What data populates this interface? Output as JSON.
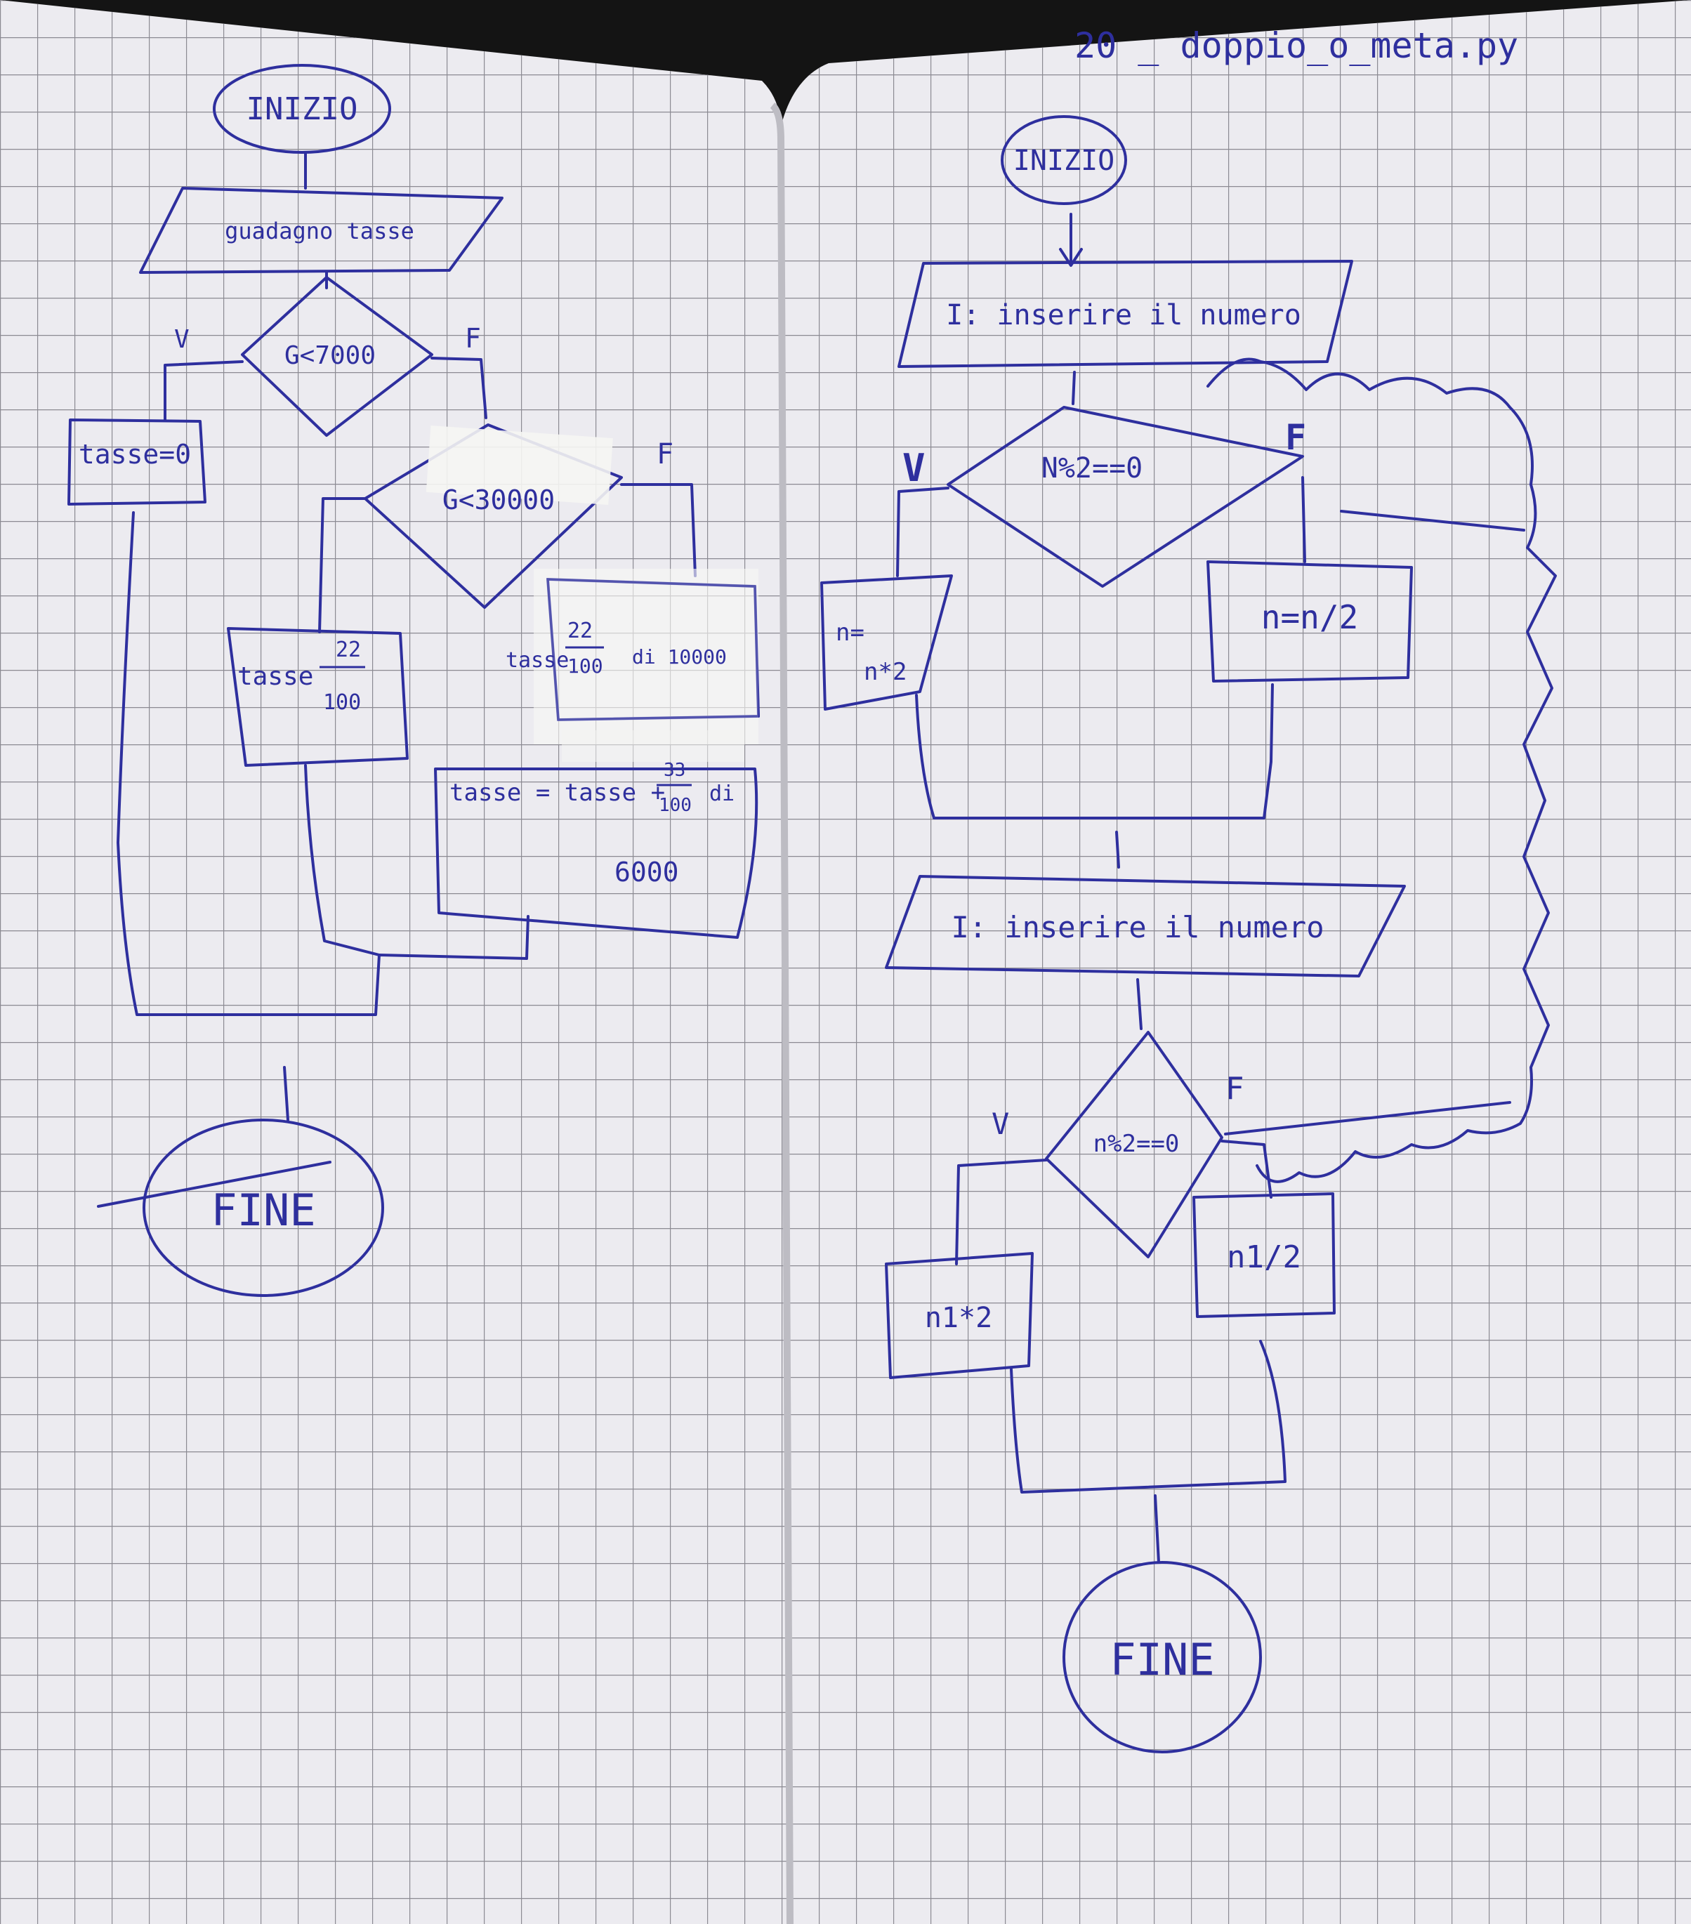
{
  "colors": {
    "ink": "#2e2f9e",
    "paper": "#ecebf0",
    "paper_shadow": "#d9d8de",
    "grid": "#8b8a92",
    "background": "#141414",
    "tape": "#f6f6f3"
  },
  "left_page": {
    "start": "INIZIO",
    "input": "guadagno tasse",
    "decision1": {
      "text": "G<7000",
      "true_label": "V",
      "false_label": "F"
    },
    "process_zero": "tasse=0",
    "decision2": {
      "text": "G<30000",
      "false_label": "F"
    },
    "process_22_prefix": "tasse",
    "process_22_num": "22",
    "process_22_den": "100",
    "process_27_prefix": "tasse",
    "process_27_frac_num": "22",
    "process_27_frac_den": "100",
    "process_27_suffix": "di 10000",
    "process_33_line1": "tasse = tasse +",
    "process_33_num": "33",
    "process_33_den": "100",
    "process_33_di": "di",
    "process_33_line2": "6000",
    "end": "FINE"
  },
  "right_page": {
    "file_title": "20 _ doppio_o_meta.py",
    "start": "INIZIO",
    "input1": "I: inserire il numero",
    "decision1": {
      "text": "N%2==0",
      "true_label": "V",
      "false_label": "F"
    },
    "process_double_line1": "n=",
    "process_double_line2": "n*2",
    "process_half": "n=n/2",
    "input2": "I: inserire il numero",
    "decision2": {
      "text": "n%2==0",
      "true_label": "V",
      "false_label": "F"
    },
    "process_double2": "n1*2",
    "process_half2": "n1/2",
    "end": "FINE"
  }
}
